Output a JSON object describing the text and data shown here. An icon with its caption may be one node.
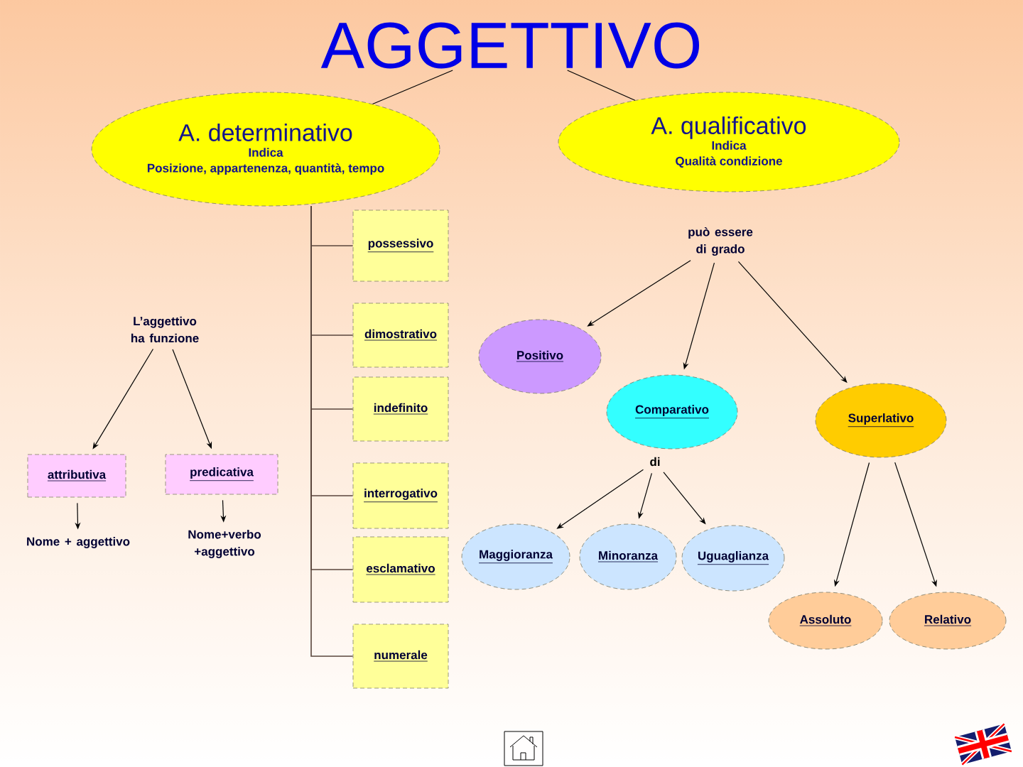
{
  "diagram": {
    "nodes": [
      {
        "text": [
          "AGGETTIVO"
        ]
      },
      {
        "text": [
          "A. determinativo",
          "Indica",
          "Posizione, appartenenza, quantità, tempo"
        ]
      },
      {
        "text": [
          "A. qualificativo",
          "Indica",
          "Qualità condizione"
        ]
      },
      {
        "text": [
          "possessivo"
        ]
      },
      {
        "text": [
          "dimostrativo"
        ]
      },
      {
        "text": [
          "indefinito"
        ]
      },
      {
        "text": [
          "interrogativo"
        ]
      },
      {
        "text": [
          "esclamativo"
        ]
      },
      {
        "text": [
          "numerale"
        ]
      },
      {
        "text": [
          "L’aggettivo ha funzione"
        ]
      },
      {
        "text": [
          "attributiva"
        ]
      },
      {
        "text": [
          "predicativa"
        ]
      },
      {
        "text": [
          "Nome + aggettivo"
        ]
      },
      {
        "text": [
          "Nome+verbo +aggettivo"
        ]
      },
      {
        "text": [
          "può essere di grado"
        ]
      },
      {
        "text": [
          "Positivo"
        ]
      },
      {
        "text": [
          "Comparativo"
        ]
      },
      {
        "text": [
          "Superlativo"
        ]
      },
      {
        "text": [
          "di"
        ]
      },
      {
        "text": [
          "Maggioranza"
        ]
      },
      {
        "text": [
          "Minoranza"
        ]
      },
      {
        "text": [
          "Uguaglianza"
        ]
      },
      {
        "text": [
          "Assoluto"
        ]
      },
      {
        "text": [
          "Relativo"
        ]
      }
    ],
    "edges": [
      {
        "from": 0,
        "to": 1,
        "arrow": "none"
      },
      {
        "from": 0,
        "to": 2,
        "arrow": "none"
      },
      {
        "from": 1,
        "to": 3,
        "arrow": "none"
      },
      {
        "from": 1,
        "to": 4,
        "arrow": "none"
      },
      {
        "from": 1,
        "to": 5,
        "arrow": "none"
      },
      {
        "from": 1,
        "to": 6,
        "arrow": "none"
      },
      {
        "from": 1,
        "to": 7,
        "arrow": "none"
      },
      {
        "from": 1,
        "to": 8,
        "arrow": "none"
      },
      {
        "from": 9,
        "to": 10,
        "arrow": "to"
      },
      {
        "from": 9,
        "to": 11,
        "arrow": "to"
      },
      {
        "from": 10,
        "to": 12,
        "arrow": "to"
      },
      {
        "from": 11,
        "to": 13,
        "arrow": "to"
      },
      {
        "from": 14,
        "to": 15,
        "arrow": "to"
      },
      {
        "from": 14,
        "to": 16,
        "arrow": "to"
      },
      {
        "from": 14,
        "to": 17,
        "arrow": "to"
      },
      {
        "from": 18,
        "to": 19,
        "arrow": "to"
      },
      {
        "from": 18,
        "to": 20,
        "arrow": "to"
      },
      {
        "from": 18,
        "to": 21,
        "arrow": "to"
      },
      {
        "from": 17,
        "to": 22,
        "arrow": "to"
      },
      {
        "from": 17,
        "to": 23,
        "arrow": "to"
      }
    ]
  }
}
